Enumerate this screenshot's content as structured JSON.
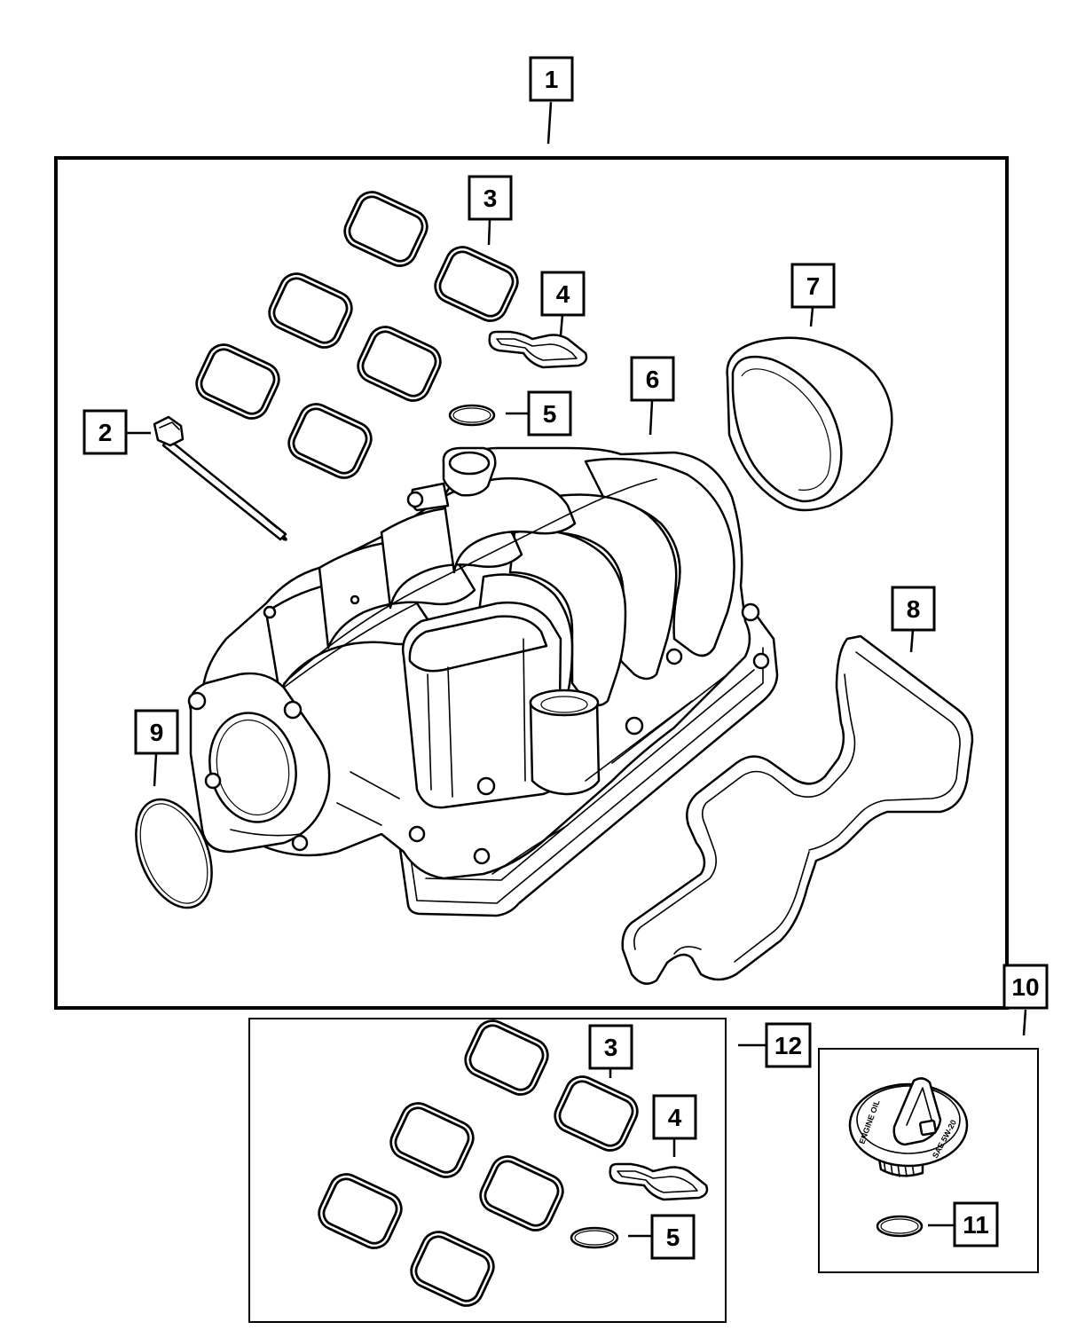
{
  "callouts": {
    "c1": "1",
    "c2": "2",
    "c3": "3",
    "c4": "4",
    "c5": "5",
    "c6": "6",
    "c7": "7",
    "c8": "8",
    "c9": "9",
    "c10": "10",
    "c11": "11",
    "c12": "12",
    "c3b": "3",
    "c4b": "4",
    "c5b": "5"
  },
  "oil_cap": {
    "text_left": "ENGINE OIL",
    "text_right": "SAE 5W-20"
  }
}
